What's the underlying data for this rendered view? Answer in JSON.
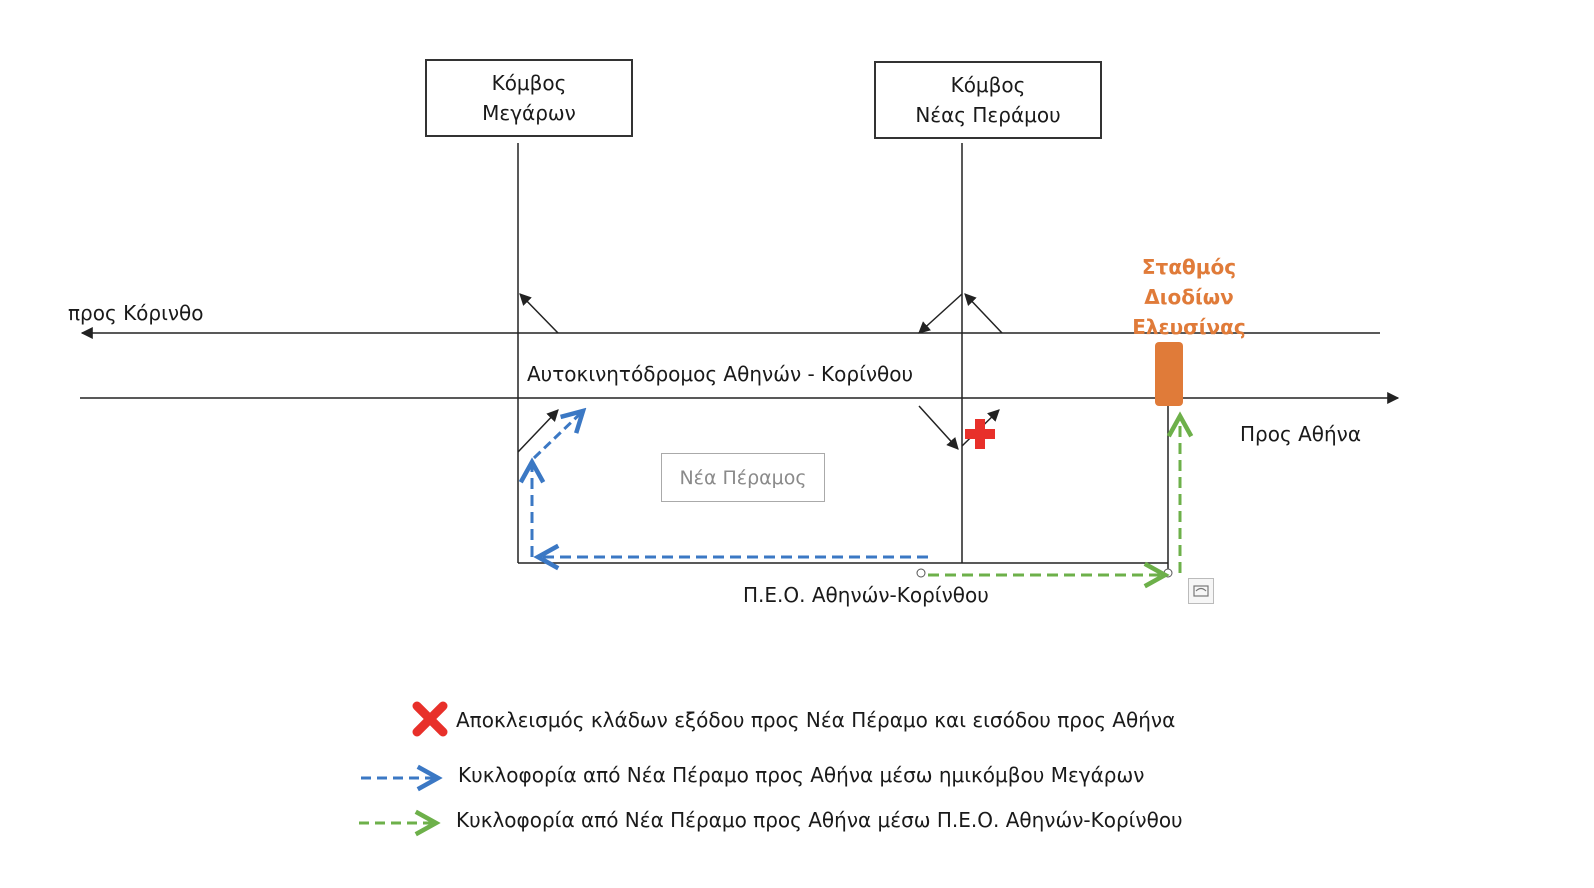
{
  "nodes": {
    "megara": [
      "Κόμβος",
      "Μεγάρων"
    ],
    "nea_peramos": [
      "Κόμβος",
      "Νέας Περάμου"
    ]
  },
  "labels": {
    "to_korinthos": "προς Κόρινθο",
    "to_athens": "Προς Αθήνα",
    "motorway": "Αυτοκινητόδρομος Αθηνών - Κορίνθου",
    "town": "Νέα Πέραμος",
    "old_road": "Π.Ε.Ο. Αθηνών-Κορίνθου"
  },
  "toll_station": [
    "Σταθμός",
    "Διοδίων",
    "Ελευσίνας"
  ],
  "legend": {
    "closure": "Αποκλεισμός κλάδων εξόδου προς Νέα Πέραμο και εισόδου προς Αθήνα",
    "blue_route": "Κυκλοφορία από Νέα Πέραμο προς Αθήνα μέσω ημικόμβου Μεγάρων",
    "green_route": "Κυκλοφορία από Νέα Πέραμο προς Αθήνα μέσω Π.Ε.Ο. Αθηνών-Κορίνθου"
  },
  "colors": {
    "closure": "#e8302a",
    "blue_route": "#3b78c4",
    "green_route": "#6db04a",
    "toll": "#e07b39",
    "line": "#222222"
  }
}
